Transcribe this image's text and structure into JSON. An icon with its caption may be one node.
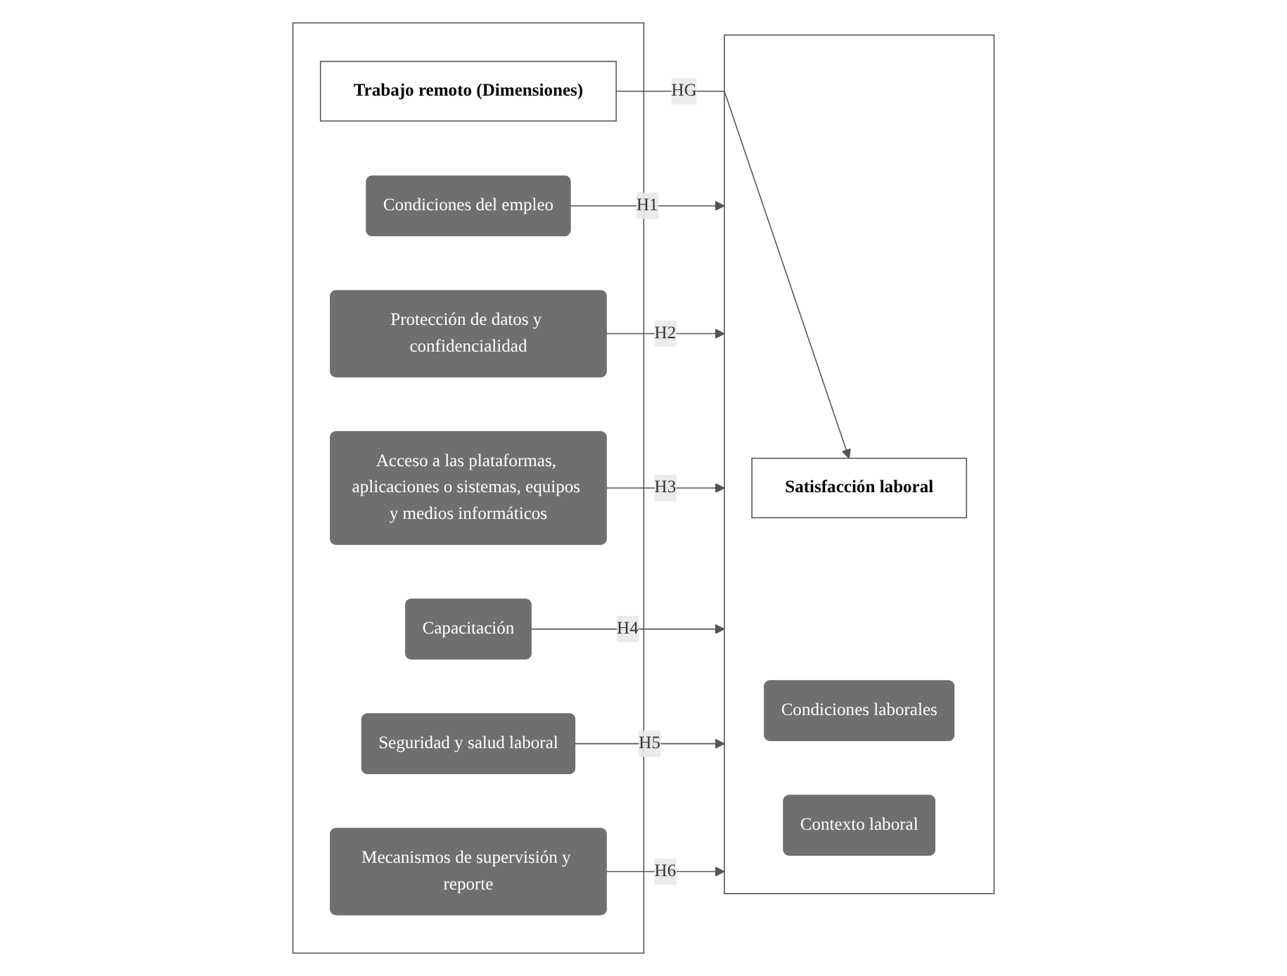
{
  "diagram": {
    "nodes": [
      {
        "text": [],
        "shape": "box"
      },
      {
        "text": [
          "Trabajo remoto (Dimensiones)"
        ],
        "in": 0
      },
      {
        "text": [
          "Condiciones del empleo"
        ],
        "in": 0
      },
      {
        "text": [
          "Protección de datos y confidencialidad"
        ],
        "in": 0
      },
      {
        "text": [
          "Acceso a las plataformas, aplicaciones o sistemas, equipos y medios informáticos"
        ],
        "in": 0
      },
      {
        "text": [
          "Capacitación"
        ],
        "in": 0
      },
      {
        "text": [
          "Seguridad y salud laboral"
        ],
        "in": 0
      },
      {
        "text": [
          "Mecanismos de supervisión y reporte"
        ],
        "in": 0
      },
      {
        "text": [],
        "shape": "box"
      },
      {
        "text": [
          "Satisfacción laboral"
        ],
        "in": 8
      },
      {
        "text": [
          "Condiciones laborales"
        ],
        "in": 8
      },
      {
        "text": [
          "Contexto laboral"
        ],
        "in": 8
      }
    ],
    "edges": [
      {
        "from": 1,
        "to": 9,
        "arrow": "to",
        "label": "HG"
      },
      {
        "from": 2,
        "to": 8,
        "arrow": "to",
        "label": "H1"
      },
      {
        "from": 3,
        "to": 8,
        "arrow": "to",
        "label": "H2"
      },
      {
        "from": 4,
        "to": 8,
        "arrow": "to",
        "label": "H3"
      },
      {
        "from": 5,
        "to": 8,
        "arrow": "to",
        "label": "H4"
      },
      {
        "from": 6,
        "to": 8,
        "arrow": "to",
        "label": "H5"
      },
      {
        "from": 7,
        "to": 8,
        "arrow": "to",
        "label": "H6"
      }
    ]
  }
}
